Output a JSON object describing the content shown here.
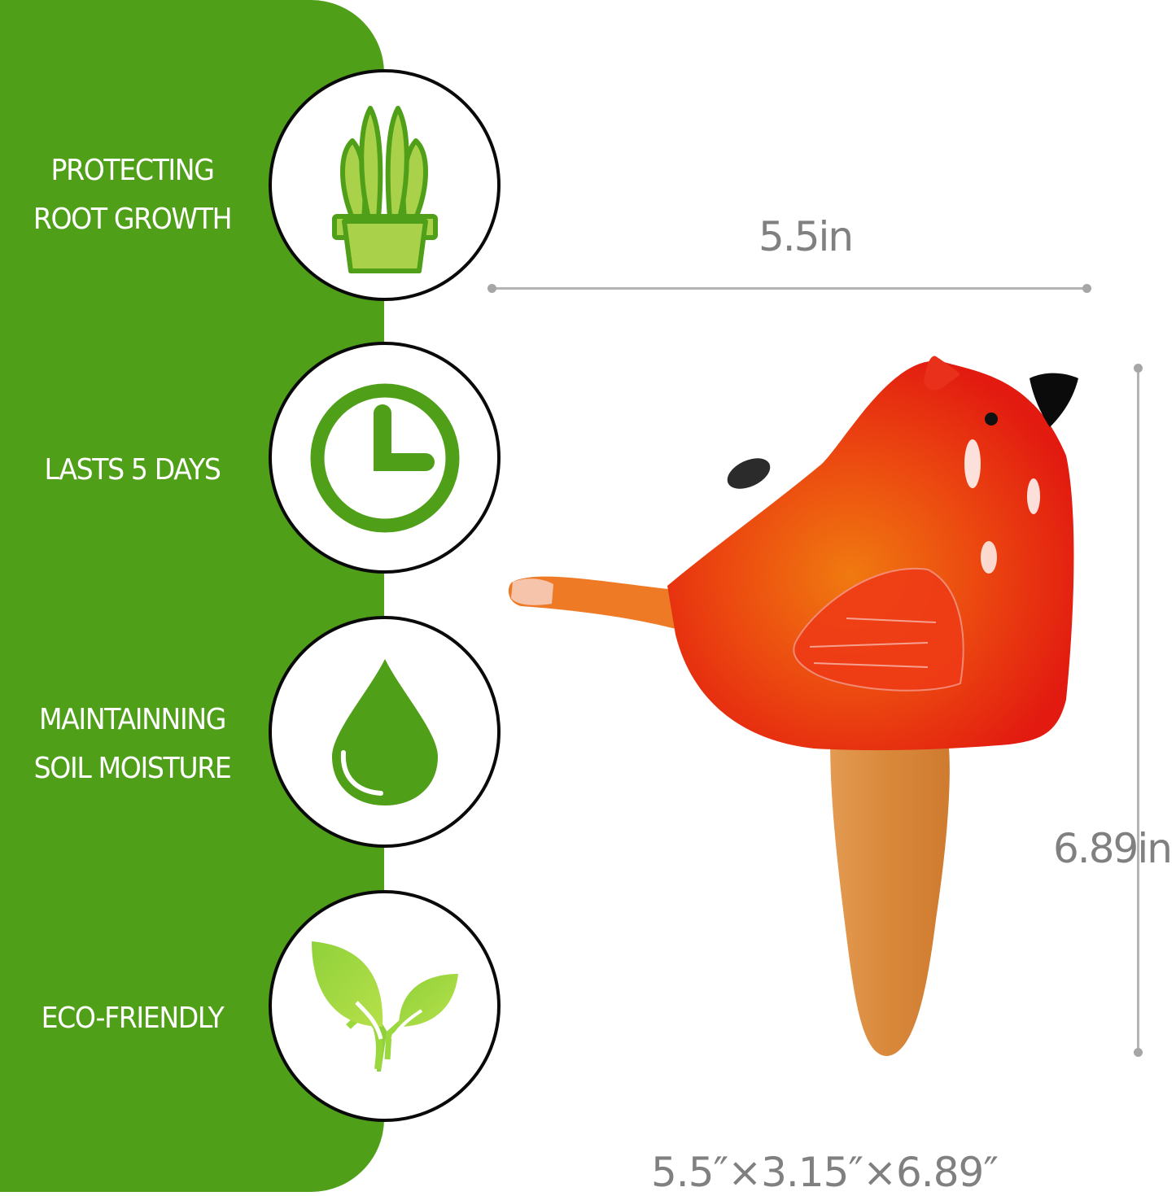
{
  "features": [
    {
      "label_lines": [
        "PROTECTING",
        "ROOT GROWTH"
      ],
      "icon": "potted-plant-icon"
    },
    {
      "label_lines": [
        "LASTS 5 DAYS"
      ],
      "icon": "clock-icon"
    },
    {
      "label_lines": [
        "MAINTAINNING",
        "SOIL MOISTURE"
      ],
      "icon": "water-drop-icon"
    },
    {
      "label_lines": [
        "ECO-FRIENDLY"
      ],
      "icon": "sprout-leaves-icon"
    }
  ],
  "dimensions": {
    "width_label": "5.5in",
    "height_label": "6.89in",
    "full_size_label": "5.5″×3.15″×6.89″"
  },
  "product": {
    "name": "red glass cardinal bird plant watering globe with terracotta spike",
    "bird_color": "#e8200e",
    "spike_color": "#d98a3c"
  },
  "colors": {
    "panel_green": "#4f9f19",
    "icon_green": "#4f9f19",
    "icon_light_green": "#a9d24a",
    "dimension_gray": "#808080",
    "circle_border": "#0a0a0a"
  }
}
